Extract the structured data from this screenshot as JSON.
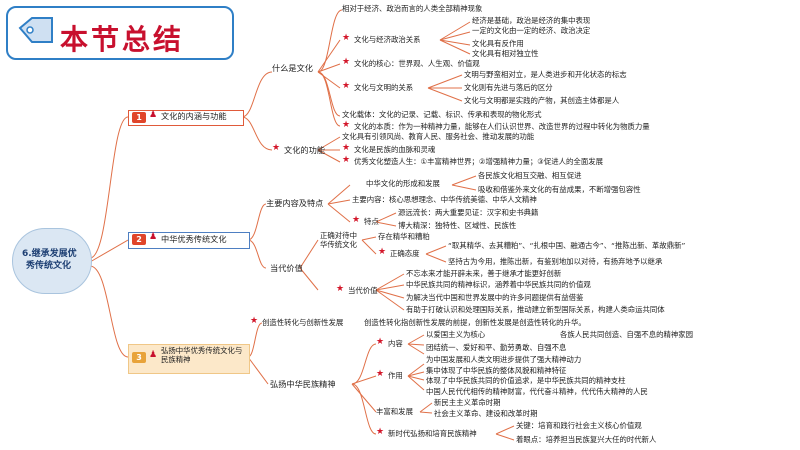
{
  "header": {
    "title": "本节总结"
  },
  "root": {
    "line1": "6.继承发展优",
    "line2": "秀传统文化"
  },
  "branches": [
    {
      "num": "1",
      "label": "文化的内涵与功能"
    },
    {
      "num": "2",
      "label": "中华优秀传统文化"
    },
    {
      "num": "3",
      "label": "弘扬中华优秀传统文化与民族精神"
    }
  ],
  "b1": {
    "top_note": "相对于经济、政治而言的人类全部精神现象",
    "what_is": "什么是文化",
    "econ": {
      "label": "文化与经济政治关系",
      "items": [
        "经济是基础，政治是经济的集中表现",
        "一定的文化由一定的经济、政治决定",
        "文化具有反作用",
        "文化具有相对独立性"
      ]
    },
    "core": "文化的核心：世界观、人生观、价值观",
    "civ": {
      "label": "文化与文明的关系",
      "items": [
        "文明与野蛮相对立，是人类进步和开化状态的标志",
        "文化则有先进与落后的区分",
        "文化与文明都是实践的产物，其创造主体都是人"
      ]
    },
    "carrier": "文化载体：文化的记录、记载、标识、传承和表现的物化形式",
    "essence": "文化的本质：作为一种精神力量，能够在人们认识世界、改造世界的过程中转化为物质力量",
    "func": {
      "label": "文化的功能",
      "items": [
        "文化具有引领风尚、教育人民、服务社会、推动发展的功能",
        "文化是民族的血脉和灵魂",
        "优秀文化塑造人生：①丰富精神世界；②增强精神力量；③促进人的全面发展"
      ]
    }
  },
  "b2": {
    "content": {
      "label": "主要内容及特点",
      "form": {
        "label": "中华文化的形成和发展",
        "items": [
          "各民族文化相互交融、相互促进",
          "吸收和借鉴外来文化的有益成果，不断增强包容性"
        ]
      },
      "main": "主要内容：核心思想理念、中华传统美德、中华人文精神",
      "feat": {
        "label": "特点",
        "items": [
          "源远流长：两大重要见证：汉字和史书典籍",
          "博大精深：独特性、区域性、民族性"
        ]
      }
    },
    "modern": {
      "label": "当代价值",
      "attitude": {
        "label": "正确对待中华传统文化",
        "items": [
          "存在精华和糟粕",
          "正确态度"
        ],
        "detail": [
          "“取其精华、去其糟粕”、“扎根中国、融通古今”、“推陈出新、革故鼎新”",
          "坚持古为今用，推陈出新，有鉴别地加以对待，有扬弃地予以继承"
        ]
      },
      "value": {
        "label": "当代价值",
        "items": [
          "不忘本来才能开辟未来，善于继承才能更好创新",
          "中华民族共同的精神标识，涵养着中华民族共同的价值观",
          "为解决当代中国和世界发展中的许多问题提供有益借鉴",
          "有助于打破认识和处理国际关系，推动建立新型国际关系，构建人类命运共同体"
        ]
      }
    }
  },
  "b3": {
    "cc": {
      "label": "创造性转化与创新性发展",
      "text": "创造性转化指创新性发展的前提，创新性发展是创造性转化的升华。"
    },
    "spirit": {
      "label": "弘扬中华民族精神",
      "neirong": {
        "label": "内容",
        "items": [
          "以爱国主义为核心",
          "各族人民共同创造、自强不息的精神家园",
          "团结统一、爱好和平、勤劳勇敢、自强不息"
        ]
      },
      "zuoyong": {
        "label": "作用",
        "items": [
          "为中国发展和人类文明进步提供了强大精神动力",
          "集中体现了中华民族的整体风貌和精神特征",
          "体现了中华民族共同的价值追求，是中华民族共同的精神支柱",
          "中国人民代代相传的精神财富，代代奋斗精神，代代伟大精神的人民"
        ]
      },
      "fengfu": {
        "label": "丰富和发展",
        "items": [
          "新民主主义革命时期",
          "社会主义革命、建设和改革时期"
        ]
      },
      "xinshidai": {
        "label": "新时代弘扬和培育民族精神",
        "items": [
          "关键：培育和践行社会主义核心价值观",
          "着眼点：培养担当民族复兴大任的时代新人"
        ]
      }
    }
  }
}
